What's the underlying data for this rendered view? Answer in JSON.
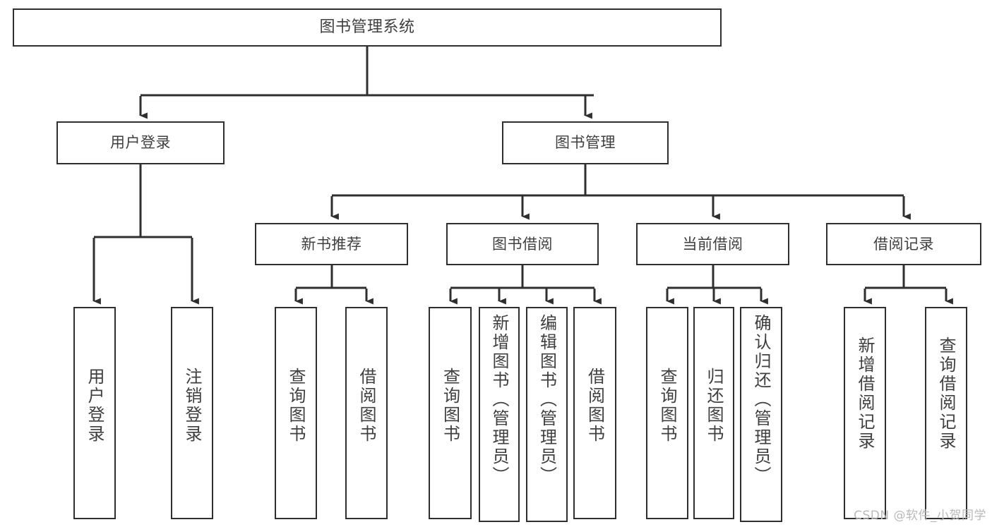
{
  "diagram": {
    "title": "图书管理系统",
    "type": "hierarchy-tree",
    "levels": 4,
    "line_color": "#2f2f2f",
    "text_color": "#3f3f3f",
    "background": "#ffffff"
  },
  "nodes": {
    "root": {
      "label": "图书管理系统"
    },
    "level1": [
      {
        "id": "user-login",
        "label": "用户登录"
      },
      {
        "id": "book-manage",
        "label": "图书管理"
      }
    ],
    "level2": [
      {
        "id": "new-book-rec",
        "label": "新书推荐"
      },
      {
        "id": "book-borrow",
        "label": "图书借阅"
      },
      {
        "id": "current-borrow",
        "label": "当前借阅"
      },
      {
        "id": "borrow-record",
        "label": "借阅记录"
      }
    ],
    "leaves": {
      "user_login": [
        {
          "id": "leaf-user-login",
          "label": "用户登录"
        },
        {
          "id": "leaf-logout-login",
          "label": "注销登录"
        }
      ],
      "new_book_rec": [
        {
          "id": "leaf-query-book-1",
          "label": "查询图书"
        },
        {
          "id": "leaf-borrow-book-1",
          "label": "借阅图书"
        }
      ],
      "book_borrow": [
        {
          "id": "leaf-query-book-2",
          "label": "查询图书"
        },
        {
          "id": "leaf-add-book",
          "label": "新增图书（管理员）"
        },
        {
          "id": "leaf-edit-book",
          "label": "编辑图书（管理员）"
        },
        {
          "id": "leaf-borrow-book-2",
          "label": "借阅图书"
        }
      ],
      "current_borrow": [
        {
          "id": "leaf-query-book-3",
          "label": "查询图书"
        },
        {
          "id": "leaf-return-book",
          "label": "归还图书"
        },
        {
          "id": "leaf-confirm-return",
          "label": "确认归还（管理员）"
        }
      ],
      "borrow_record": [
        {
          "id": "leaf-add-record",
          "label": "新增借阅记录"
        },
        {
          "id": "leaf-query-record",
          "label": "查询借阅记录"
        }
      ]
    }
  },
  "watermark": {
    "text": "CSDN @软件_小贺同学"
  }
}
